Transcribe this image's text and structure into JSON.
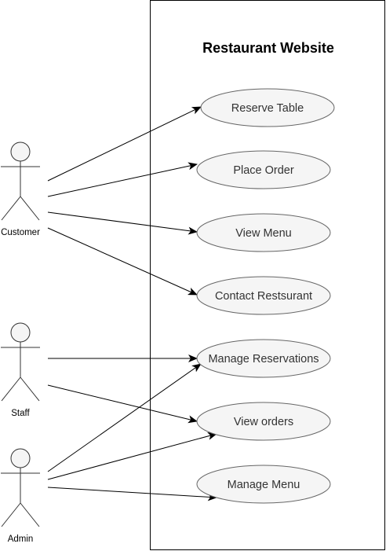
{
  "system": {
    "title": "Restaurant Website"
  },
  "actors": [
    {
      "id": "customer",
      "label": "Customer"
    },
    {
      "id": "staff",
      "label": "Staff"
    },
    {
      "id": "admin",
      "label": "Admin"
    }
  ],
  "use_cases": [
    {
      "id": "reserve-table",
      "label": "Reserve Table"
    },
    {
      "id": "place-order",
      "label": "Place Order"
    },
    {
      "id": "view-menu",
      "label": "View Menu"
    },
    {
      "id": "contact-restaurant",
      "label": "Contact Restsurant"
    },
    {
      "id": "manage-reservations",
      "label": "Manage Reservations"
    },
    {
      "id": "view-orders",
      "label": "View orders"
    },
    {
      "id": "manage-menu",
      "label": "Manage Menu"
    }
  ],
  "associations": [
    {
      "from": "customer",
      "to": "reserve-table"
    },
    {
      "from": "customer",
      "to": "place-order"
    },
    {
      "from": "customer",
      "to": "view-menu"
    },
    {
      "from": "customer",
      "to": "contact-restaurant"
    },
    {
      "from": "staff",
      "to": "manage-reservations"
    },
    {
      "from": "staff",
      "to": "view-orders"
    },
    {
      "from": "admin",
      "to": "manage-reservations"
    },
    {
      "from": "admin",
      "to": "view-orders"
    },
    {
      "from": "admin",
      "to": "manage-menu"
    }
  ],
  "colors": {
    "ellipse_fill": "#f5f5f5",
    "ellipse_stroke": "#666666",
    "actor_fill": "#f5f5f5",
    "actor_stroke": "#333333",
    "line": "#000000"
  }
}
